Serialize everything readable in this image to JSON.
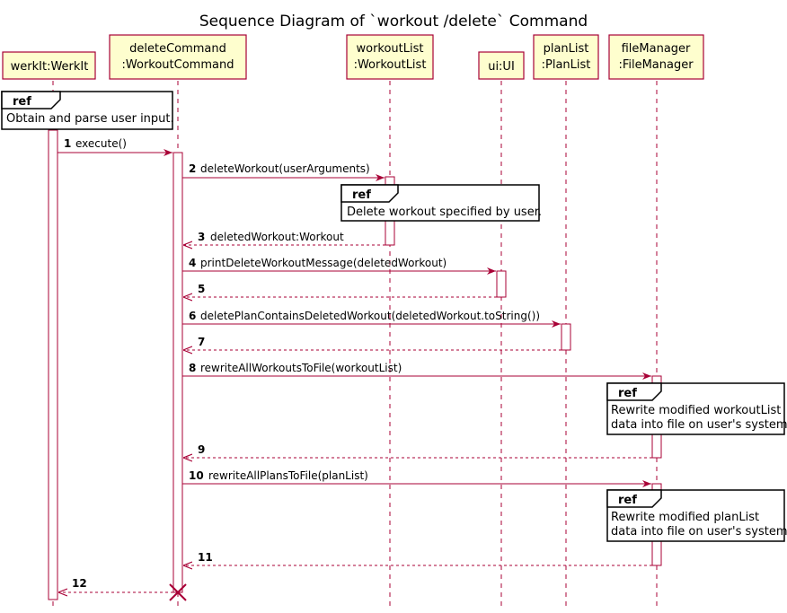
{
  "title": "Sequence Diagram of `workout /delete` Command",
  "participants": [
    {
      "line1": "werkIt:WerkIt",
      "line2": ""
    },
    {
      "line1": "deleteCommand",
      "line2": ":WorkoutCommand"
    },
    {
      "line1": "workoutList",
      "line2": ":WorkoutList"
    },
    {
      "line1": "ui:UI",
      "line2": ""
    },
    {
      "line1": "planList",
      "line2": ":PlanList"
    },
    {
      "line1": "fileManager",
      "line2": ":FileManager"
    }
  ],
  "refs": [
    {
      "tag": "ref",
      "lines": [
        "Obtain and parse user input."
      ]
    },
    {
      "tag": "ref",
      "lines": [
        "Delete workout specified by user."
      ]
    },
    {
      "tag": "ref",
      "lines": [
        "Rewrite modified workoutList",
        "data into file on user's system"
      ]
    },
    {
      "tag": "ref",
      "lines": [
        "Rewrite modified planList",
        "data into file on user's system"
      ]
    }
  ],
  "messages": [
    {
      "num": "1",
      "text": "execute()"
    },
    {
      "num": "2",
      "text": "deleteWorkout(userArguments)"
    },
    {
      "num": "3",
      "text": "deletedWorkout:Workout"
    },
    {
      "num": "4",
      "text": "printDeleteWorkoutMessage(deletedWorkout)"
    },
    {
      "num": "5",
      "text": ""
    },
    {
      "num": "6",
      "text": "deletePlanContainsDeletedWorkout(deletedWorkout.toString())"
    },
    {
      "num": "7",
      "text": ""
    },
    {
      "num": "8",
      "text": "rewriteAllWorkoutsToFile(workoutList)"
    },
    {
      "num": "9",
      "text": ""
    },
    {
      "num": "10",
      "text": "rewriteAllPlansToFile(planList)"
    },
    {
      "num": "11",
      "text": ""
    },
    {
      "num": "12",
      "text": ""
    }
  ],
  "colors": {
    "participant_fill": "#FEFECE",
    "participant_border": "#A80036",
    "arrow": "#A80036",
    "activation_fill": "#FFFFFF",
    "ref_fill": "#FFFFFF",
    "ref_border": "#000000"
  }
}
